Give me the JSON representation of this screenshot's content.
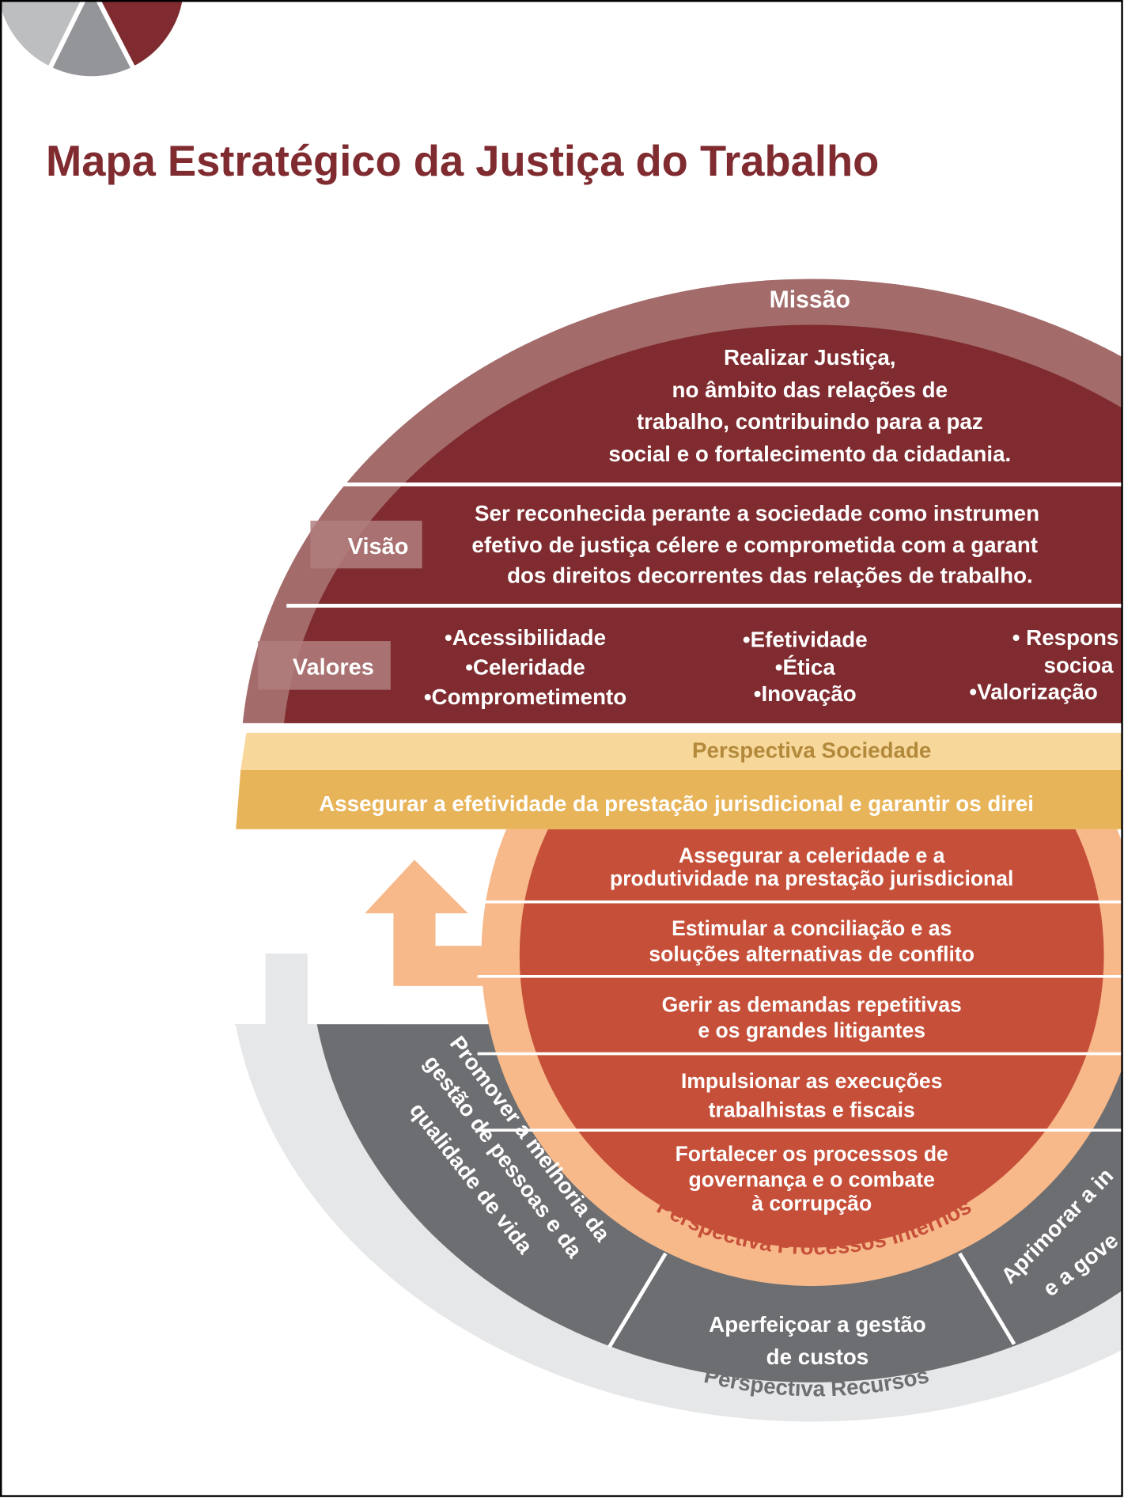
{
  "title": "Mapa Estratégico da Justiça do Trabalho",
  "colors": {
    "maroon": "#7f2b2f",
    "maroon_light": "#a36b6a",
    "society_light": "#f7d79a",
    "society": "#e8b45a",
    "process": "#c64f39",
    "process_ring": "#f7b98a",
    "resources": "#6d6e71",
    "resources_ring": "#e6e7e8"
  },
  "missao": {
    "label": "Missão",
    "lines": [
      "Realizar Justiça,",
      "no âmbito das relações de",
      "trabalho, contribuindo para a paz",
      "social e o fortalecimento da cidadania."
    ]
  },
  "visao": {
    "label": "Visão",
    "lines": [
      "Ser reconhecida perante a sociedade como instrumen",
      "efetivo de justiça célere e comprometida com a garant",
      "dos direitos decorrentes das relações de trabalho."
    ]
  },
  "valores": {
    "label": "Valores",
    "col1": [
      "•Acessibilidade",
      "•Celeridade",
      "•Comprometimento"
    ],
    "col2": [
      "•Efetividade",
      "•Ética",
      "•Inovação"
    ],
    "col3": [
      "• Respons",
      "socioa",
      "•Valorização"
    ]
  },
  "sociedade": {
    "label": "Perspectiva Sociedade",
    "objective": "Assegurar a efetividade da prestação jurisdicional e garantir os direi"
  },
  "processos": {
    "label": "Perspectiva Processos Internos",
    "objectives": [
      [
        "Assegurar a celeridade e a",
        "produtividade na prestação jurisdicional"
      ],
      [
        "Estimular a conciliação e as",
        "soluções alternativas de conflito"
      ],
      [
        "Gerir as demandas repetitivas",
        "e os grandes litigantes"
      ],
      [
        "Impulsionar as execuções",
        "trabalhistas e fiscais"
      ],
      [
        "Fortalecer os processos de",
        "governança e o combate",
        "à corrupção"
      ]
    ]
  },
  "recursos": {
    "label": "Perspectiva Recursos",
    "left": [
      "Promover a melhoria da",
      "gestão de pessoas e da",
      "qualidade de vida"
    ],
    "center": [
      "Aperfeiçoar a gestão",
      "de custos"
    ],
    "right": [
      "Aprimorar a in",
      "e a gove"
    ]
  }
}
